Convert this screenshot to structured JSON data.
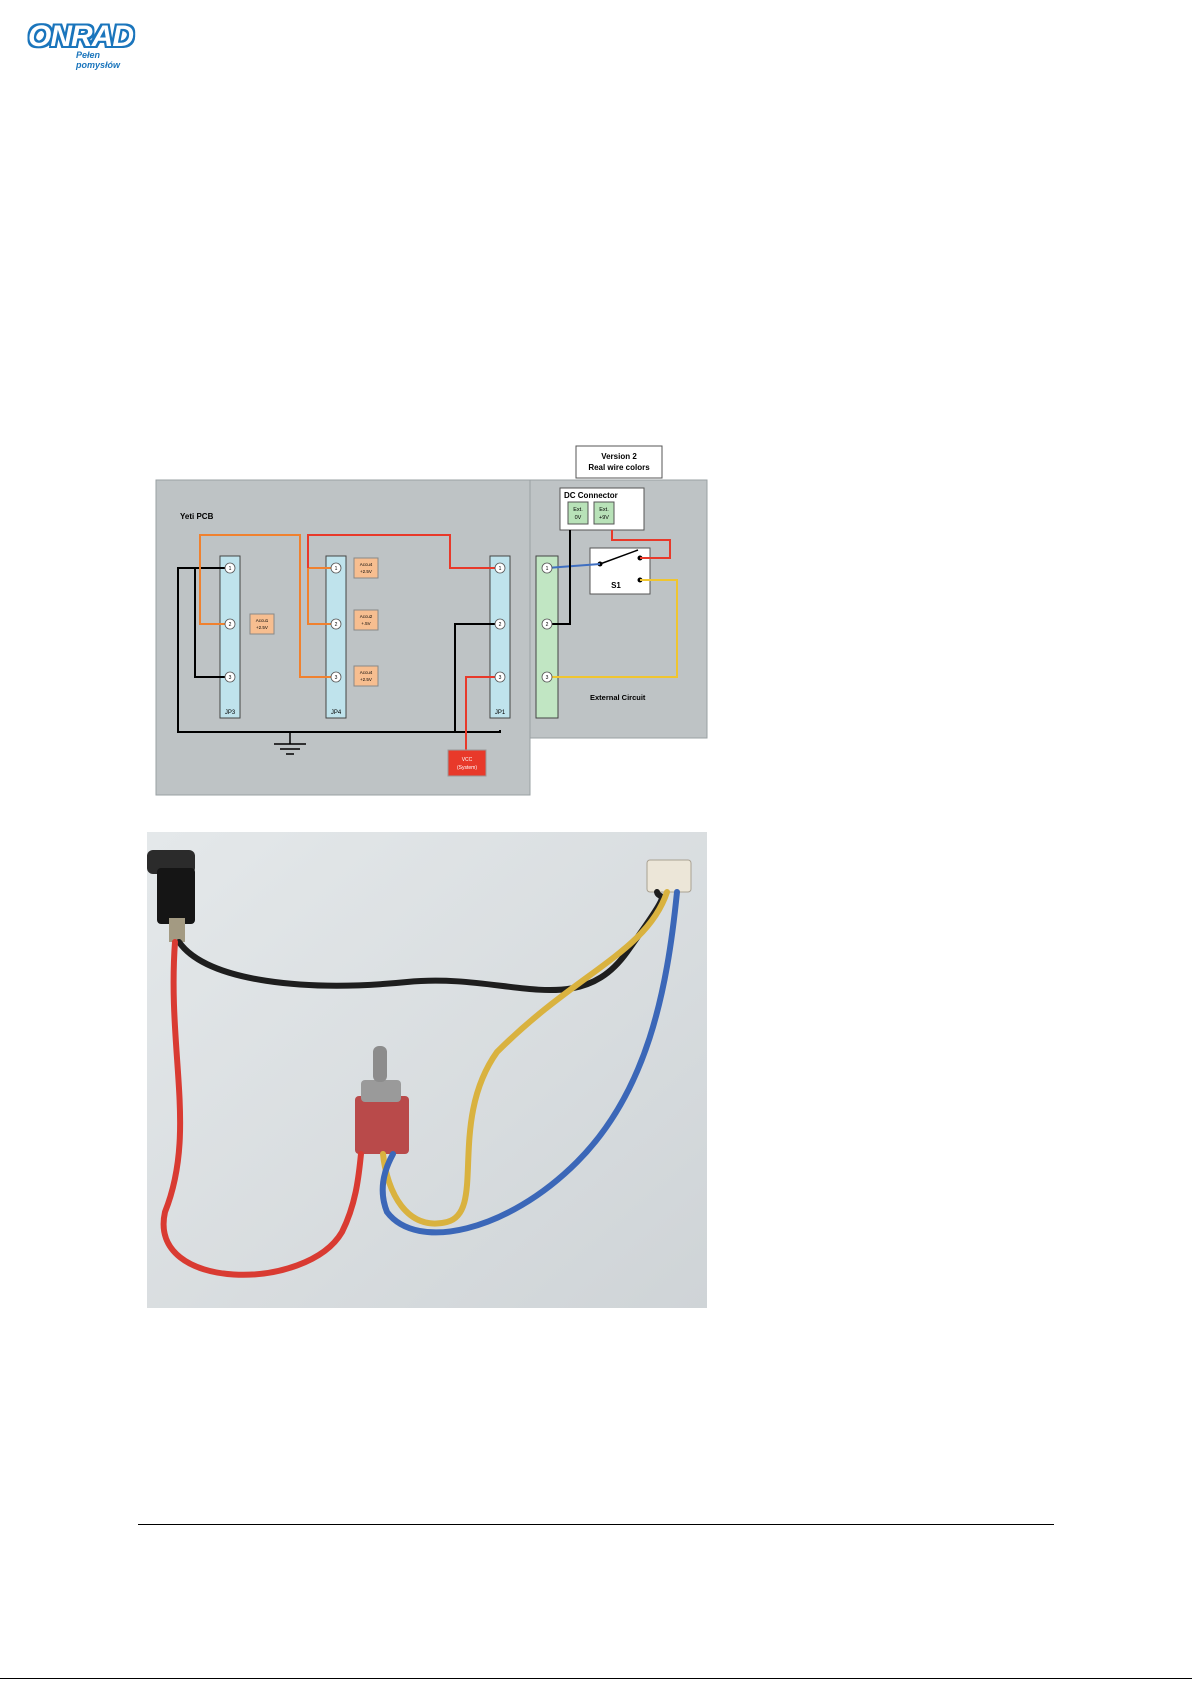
{
  "logo": {
    "word": "ONRAD",
    "tagline": "Pełen pomysłów"
  },
  "diagram": {
    "version": [
      "Version 2",
      "Real wire colors"
    ],
    "pcb_label": "Yeti PCB",
    "dc_connector": "DC Connector",
    "ext_0v": [
      "Ext.",
      "0V"
    ],
    "ext_9v": [
      "Ext.",
      "+9V"
    ],
    "switch": "S1",
    "external_circuit": "External Circuit",
    "vcc": [
      "VCC",
      "(System)"
    ],
    "jp3": "JP3",
    "jp4": "JP4",
    "jp1": "JP1",
    "pins": [
      "1",
      "2",
      "3"
    ],
    "accu1": [
      "Accu1",
      "+2.5V"
    ],
    "accu2": [
      "Accu2",
      "+.5V"
    ],
    "accu4a": [
      "Accu4",
      "+2.5V"
    ],
    "accu4b": [
      "Accu4",
      "+2.5V"
    ]
  },
  "colors": {
    "red": "#e8392a",
    "orange": "#f0812f",
    "blue": "#3f6fc1",
    "yellow": "#f0c52f",
    "panel": "#bfc4c6"
  }
}
